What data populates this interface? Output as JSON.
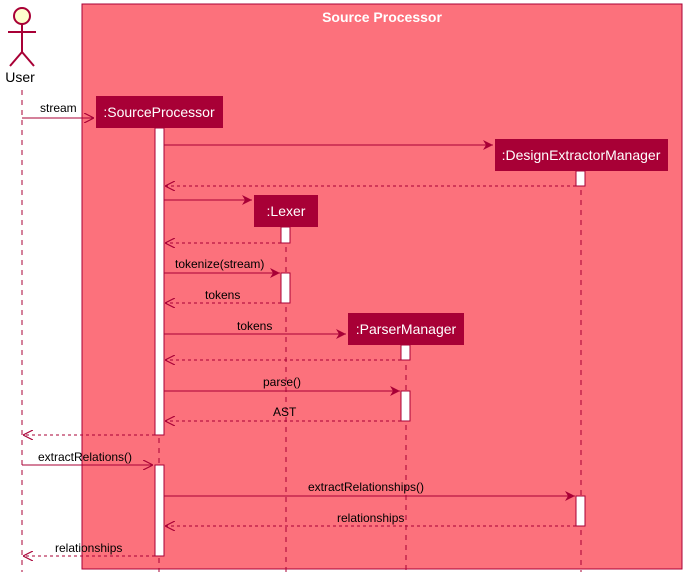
{
  "box": {
    "title": "Source Processor",
    "fill": "#FC717C",
    "border": "#A80036"
  },
  "actor": {
    "name": "User",
    "fill": "#FEFECE"
  },
  "participants": [
    {
      "id": "sp",
      "label": ":SourceProcessor"
    },
    {
      "id": "dem",
      "label": ":DesignExtractorManager"
    },
    {
      "id": "lex",
      "label": ":Lexer"
    },
    {
      "id": "pm",
      "label": ":ParserManager"
    }
  ],
  "messages": [
    {
      "label": "stream"
    },
    {
      "label": ""
    },
    {
      "label": ""
    },
    {
      "label": ""
    },
    {
      "label": ""
    },
    {
      "label": "tokenize(stream)"
    },
    {
      "label": "tokens"
    },
    {
      "label": "tokens"
    },
    {
      "label": ""
    },
    {
      "label": "parse()"
    },
    {
      "label": "AST"
    },
    {
      "label": ""
    },
    {
      "label": "extractRelations()"
    },
    {
      "label": "extractRelationships()"
    },
    {
      "label": "relationships"
    },
    {
      "label": "relationships"
    }
  ],
  "colors": {
    "participant": "#A80036",
    "arrow": "#A80036",
    "lifeline": "#A80036",
    "activation": "#FFFFFF"
  }
}
